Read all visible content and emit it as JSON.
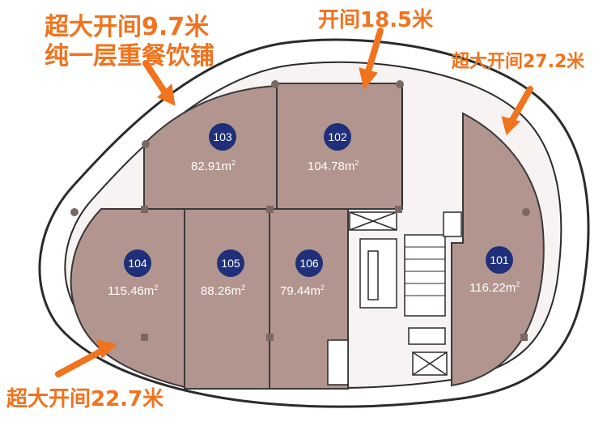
{
  "callouts": {
    "top_left_line1": "超大开间9.7米",
    "top_left_line2": "纯一层重餐饮铺",
    "top_center": "开间18.5米",
    "top_right": "超大开间27.2米",
    "bottom_left": "超大开间22.7米"
  },
  "units": [
    {
      "id": "101",
      "area": "116.22m",
      "sup": "2"
    },
    {
      "id": "102",
      "area": "104.78m",
      "sup": "2"
    },
    {
      "id": "103",
      "area": "82.91m",
      "sup": "2"
    },
    {
      "id": "104",
      "area": "115.46m",
      "sup": "2"
    },
    {
      "id": "105",
      "area": "88.26m",
      "sup": "2"
    },
    {
      "id": "106",
      "area": "79.44m",
      "sup": "2"
    }
  ],
  "colors": {
    "shop_fill": "#b3958f",
    "badge": "#1f2f7a",
    "callout": "#f0731e",
    "wall": "#2b2b2b"
  }
}
